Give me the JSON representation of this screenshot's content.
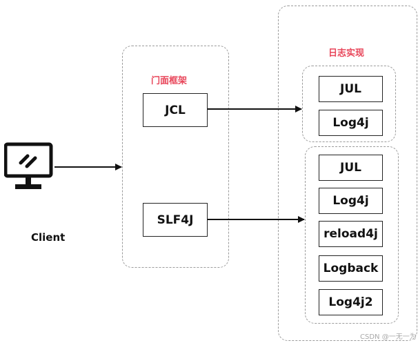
{
  "client": {
    "label": "Client",
    "icon": "monitor-icon"
  },
  "facade": {
    "title": "门面框架",
    "items": [
      "JCL",
      "SLF4J"
    ]
  },
  "implementation": {
    "title": "日志实现",
    "group1": [
      "JUL",
      "Log4j"
    ],
    "group2": [
      "JUL",
      "Log4j",
      "reload4j",
      "Logback",
      "Log4j2"
    ]
  },
  "watermark": "CSDN @一无一为",
  "colors": {
    "accent": "#e8465a",
    "border": "#222222",
    "dashed": "#9a9a9a"
  }
}
